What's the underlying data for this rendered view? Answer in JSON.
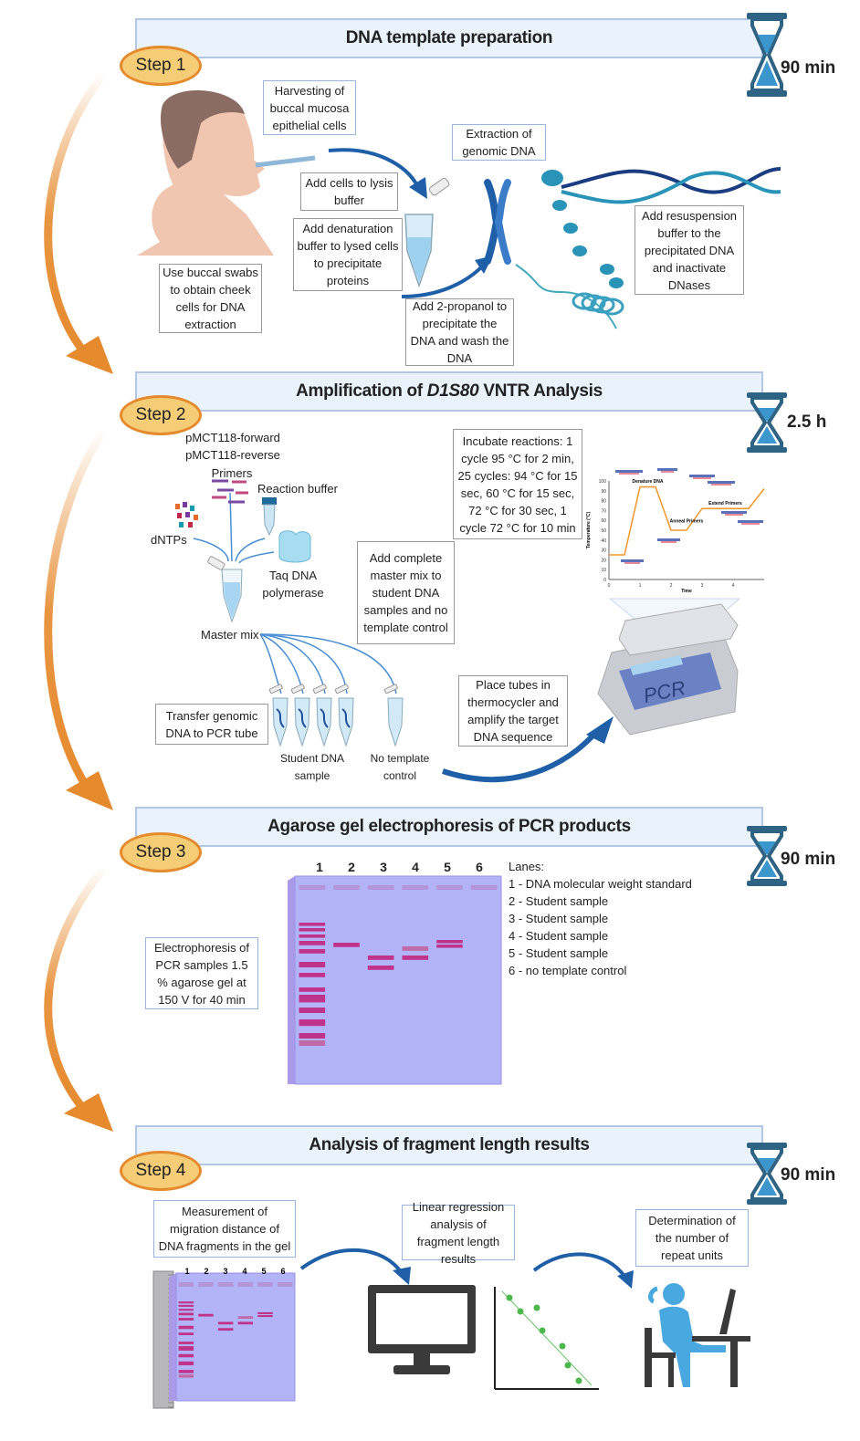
{
  "steps": [
    {
      "badge": "Step 1",
      "title": "DNA template preparation",
      "duration": "90 min"
    },
    {
      "badge": "Step 2",
      "title_prefix": "Amplification of ",
      "title_italic": "D1S80",
      "title_suffix": " VNTR Analysis",
      "duration": "2.5 h"
    },
    {
      "badge": "Step 3",
      "title": "Agarose gel electrophoresis of PCR products",
      "duration": "90 min"
    },
    {
      "badge": "Step 4",
      "title": "Analysis of fragment length results",
      "duration": "90 min"
    }
  ],
  "step1": {
    "harvest": "Harvesting of buccal mucosa epithelial cells",
    "lysis": "Add cells to lysis buffer",
    "denature": "Add denaturation buffer to lysed cells to precipitate proteins",
    "swab": "Use buccal swabs to obtain cheek cells for DNA extraction",
    "extraction": "Extraction of genomic DNA",
    "propanol": "Add 2-propanol to precipitate the DNA and wash the DNA",
    "resuspension": "Add resuspension buffer to the precipitated DNA and inactivate DNases"
  },
  "step2": {
    "primer_fwd": "pMCT118-forward",
    "primer_rev": "pMCT118-reverse",
    "primers": "Primers",
    "reaction_buffer": "Reaction buffer",
    "dntps": "dNTPs",
    "taq": "Taq DNA polymerase",
    "master_mix": "Master mix",
    "incubate": "Incubate reactions: 1 cycle 95 °C for 2 min, 25 cycles: 94 °C for 15 sec, 60 °C for 15 sec, 72 °C for 30 sec, 1 cycle 72 °C for 10 min",
    "add_master": "Add complete master mix to student DNA samples and no template control",
    "transfer": "Transfer genomic DNA to PCR tube",
    "student_sample": "Student DNA sample",
    "ntc": "No template control",
    "place_tubes": "Place tubes in thermocycler and amplify the target DNA sequence",
    "pcr_label": "PCR",
    "graph": {
      "ylabel": "Temperature (°C)",
      "xlabel": "Time",
      "yticks": [
        "0",
        "10",
        "20",
        "30",
        "40",
        "50",
        "60",
        "70",
        "80",
        "90",
        "100"
      ],
      "xticks": [
        "0",
        "1",
        "2",
        "3",
        "4"
      ],
      "phases": [
        "Denature DNA",
        "Anneal Primers",
        "Extend Primers"
      ],
      "profile": [
        [
          0,
          25
        ],
        [
          0.5,
          25
        ],
        [
          1,
          94
        ],
        [
          1.5,
          94
        ],
        [
          2,
          50
        ],
        [
          2.5,
          50
        ],
        [
          3,
          72
        ],
        [
          4.5,
          72
        ],
        [
          5,
          92
        ]
      ]
    }
  },
  "step3": {
    "method": "Electrophoresis of PCR samples 1.5 % agarose gel at 150 V for 40 min",
    "lane_numbers": [
      "1",
      "2",
      "3",
      "4",
      "5",
      "6"
    ],
    "legend_title": "Lanes:",
    "legend": [
      "1 - DNA molecular weight standard",
      "2 - Student sample",
      "3 - Student sample",
      "4 - Student sample",
      "5 - Student sample",
      "6 - no template control"
    ]
  },
  "step4": {
    "measure": "Measurement of migration distance of DNA fragments in the gel",
    "regression": "Linear regression analysis of fragment length results",
    "determine": "Determination of the number of repeat units",
    "lane_numbers": [
      "1",
      "2",
      "3",
      "4",
      "5",
      "6"
    ]
  },
  "colors": {
    "accent_orange": "#e68a2e",
    "step_fill": "#f4cd76",
    "header_fill": "#eaf2fc",
    "arrow_blue": "#1f5fa8",
    "gel": "#b3b3f7",
    "band": "#c0338a",
    "hourglass": "#2f6383"
  }
}
